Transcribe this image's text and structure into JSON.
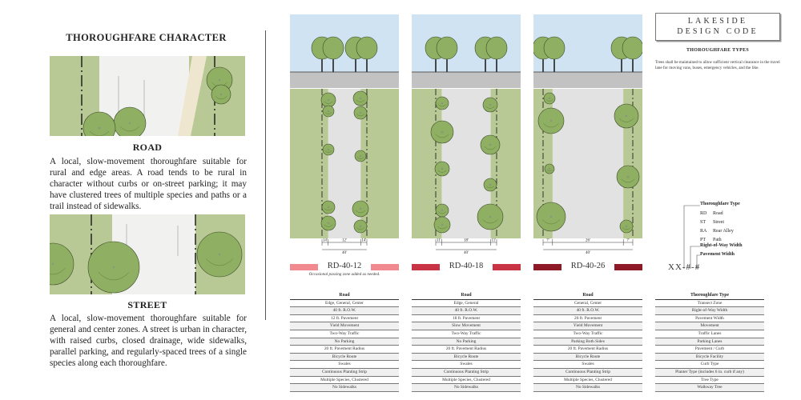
{
  "left": {
    "title": "THOROUGHFARE CHARACTER",
    "road": {
      "heading": "ROAD",
      "description": "A local, slow-movement thoroughfare suitable for rural and edge areas. A road tends to be rural in character without curbs or on-street parking; it may have clustered trees of multiple species and paths or a trail instead of sidewalks."
    },
    "street": {
      "heading": "STREET",
      "description": "A local, slow-movement thoroughfare suitable for general and center zones. A street is urban in character, with raised curbs, closed drainage, wide sidewalks, parallel parking, and regularly-spaced trees of a single species along each thoroughfare."
    }
  },
  "brand": {
    "line1": "LAKESIDE",
    "line2": "DESIGN CODE"
  },
  "types_title": "THOROUGHFARE TYPES",
  "intro": "Trees shall be maintained to allow sufficient vertical clearance in the travel lane for moving vans, buses, emergency vehicles, and the like.",
  "colors": {
    "grass": "#b9c995",
    "tree": "#8fb063",
    "pavement": "#e2e2e2",
    "sky": "#cfe3f3",
    "band12": "#f08a8e",
    "band18": "#c83444",
    "band26": "#8e1a28",
    "path": "#efe6cf"
  },
  "sections": [
    {
      "code": "RD-40-12",
      "band_color": "#f08a8e",
      "pavement": 12,
      "row": 40,
      "dims": [
        "14'",
        "12'",
        "14'"
      ],
      "total": "40'",
      "note": "Occasional passing zone added as needed.",
      "table": [
        "Road",
        "Edge, General, Center",
        "40 ft. R.O.W.",
        "12 ft. Pavement",
        "Yield Movement",
        "Two-Way Traffic",
        "No Parking",
        "20 ft. Pavement Radius",
        "Bicycle Route",
        "Swales",
        "Continuous Planting Strip",
        "Multiple Species, Clustered",
        "No Sidewalks"
      ]
    },
    {
      "code": "RD-40-18",
      "band_color": "#c83444",
      "pavement": 18,
      "row": 40,
      "dims": [
        "11'",
        "18'",
        "11'"
      ],
      "total": "40'",
      "note": "",
      "table": [
        "Road",
        "Edge, General",
        "40 ft. R.O.W.",
        "18 ft. Pavement",
        "Slow Movement",
        "Two-Way Traffic",
        "No Parking",
        "20 ft. Pavement Radius",
        "Bicycle Route",
        "Swales",
        "Continuous Planting Strip",
        "Multiple Species, Clustered",
        "No Sidewalks"
      ]
    },
    {
      "code": "RD-40-26",
      "band_color": "#8e1a28",
      "pavement": 26,
      "row": 40,
      "dims": [
        "7'",
        "26'",
        "7'"
      ],
      "total": "40'",
      "note": "",
      "table": [
        "Road",
        "General, Center",
        "40 ft. R.O.W.",
        "26 ft. Pavement",
        "Yield Movement",
        "Two-Way Traffic",
        "Parking Both Sides",
        "20 ft. Pavement Radius",
        "Bicycle Route",
        "Swales",
        "Continuous Planting Strip",
        "Multiple Species, Clustered",
        "No Sidewalks"
      ]
    }
  ],
  "legend": {
    "head": "Thoroughfare Type",
    "items": [
      {
        "code": "RD",
        "label": "Road"
      },
      {
        "code": "ST",
        "label": "Street"
      },
      {
        "code": "RA",
        "label": "Rear Alley"
      },
      {
        "code": "PT",
        "label": "Path"
      }
    ],
    "row_label": "Right-of-Way Width",
    "pave_label": "Pavement Width",
    "format": "XX-#-#"
  },
  "key_table": [
    "Thoroughfare Type",
    "Transect Zone",
    "Right-of-Way Width",
    "Pavement Width",
    "Movement",
    "Traffic Lanes",
    "Parking Lanes",
    "Pavement / Curb",
    "Bicycle Facility",
    "Curb Type",
    "Planter Type (includes 6 in. curb if any)",
    "Tree Type",
    "Walkway Tree"
  ]
}
